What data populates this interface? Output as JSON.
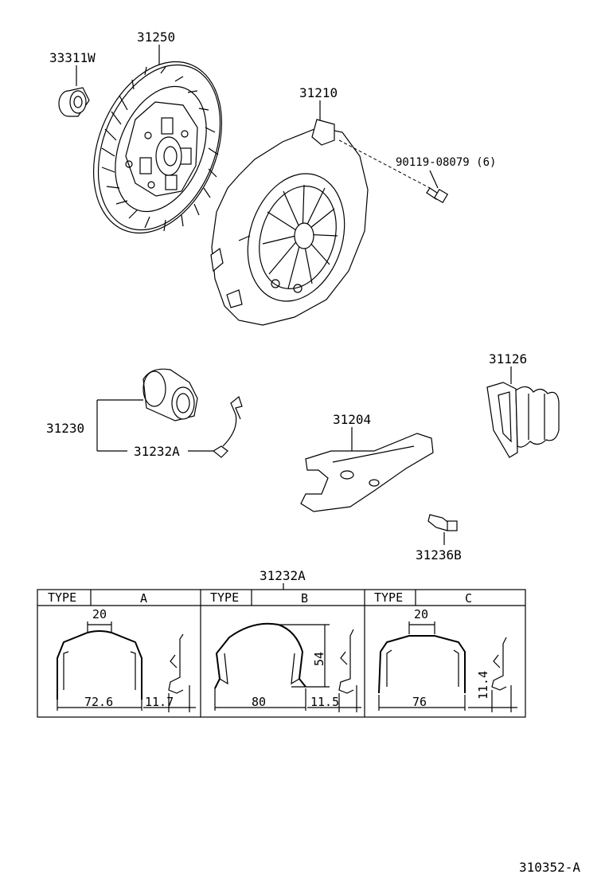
{
  "parts": {
    "bearing_33311w": "33311W",
    "disc_31250": "31250",
    "cover_31210": "31210",
    "bolt_90119": "90119-08079 (6)",
    "boot_31126": "31126",
    "release_bearing_31230": "31230",
    "clip_31232a": "31232A",
    "fork_31204": "31204",
    "stud_31236b": "31236B"
  },
  "clip_table": {
    "title": "31232A",
    "types": [
      {
        "type_label": "TYPE",
        "type_value": "A",
        "top_width": "20",
        "width": "72.6",
        "depth": "11.7"
      },
      {
        "type_label": "TYPE",
        "type_value": "B",
        "height": "54",
        "width": "80",
        "depth": "11.5"
      },
      {
        "type_label": "TYPE",
        "type_value": "C",
        "top_width": "20",
        "width": "76",
        "depth": "11.4"
      }
    ]
  },
  "figure_id": "310352-A"
}
